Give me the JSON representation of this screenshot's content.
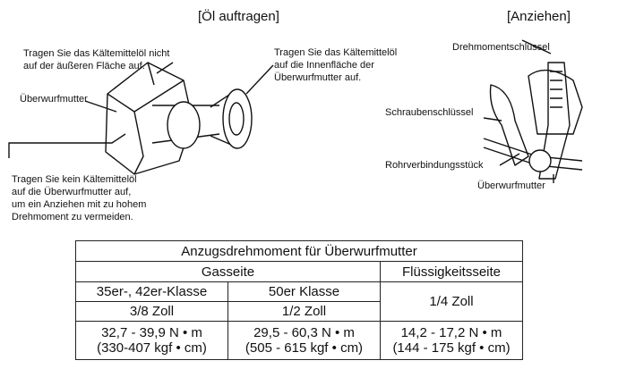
{
  "headers": {
    "oil": "[Öl auftragen]",
    "tighten": "[Anziehen]"
  },
  "oil_notes": {
    "outer": "Tragen Sie das Kältemittelöl nicht\nauf der äußeren Fläche auf.",
    "inner": "Tragen Sie das Kältemittelöl\nauf die Innenfläche der\nÜberwurfmutter auf.",
    "nut": "Überwurfmutter",
    "none": "Tragen Sie kein Kältemittelöl\nauf die Überwurfmutter auf,\num ein Anziehen mit zu hohem\nDrehmoment zu vermeiden."
  },
  "tighten_labels": {
    "torque_wrench": "Drehmomentschlüssel",
    "spanner": "Schraubenschlüssel",
    "pipe_union": "Rohrverbindungsstück",
    "flare_nut": "Überwurfmutter"
  },
  "table": {
    "title": "Anzugsdrehmoment für Überwurfmutter",
    "gas_side": "Gasseite",
    "liquid_side": "Flüssigkeitsseite",
    "class_35_42": "35er-, 42er-Klasse",
    "class_50": "50er Klasse",
    "size_38": "3/8 Zoll",
    "size_12": "1/2 Zoll",
    "size_14": "1/4 Zoll",
    "torque_38_nm": "32,7 - 39,9 N • m",
    "torque_38_kgf": "(330-407 kgf • cm)",
    "torque_12_nm": "29,5 - 60,3 N • m",
    "torque_12_kgf": "(505 - 615 kgf • cm)",
    "torque_14_nm": "14,2 - 17,2 N • m",
    "torque_14_kgf": "(144 - 175 kgf • cm)"
  }
}
